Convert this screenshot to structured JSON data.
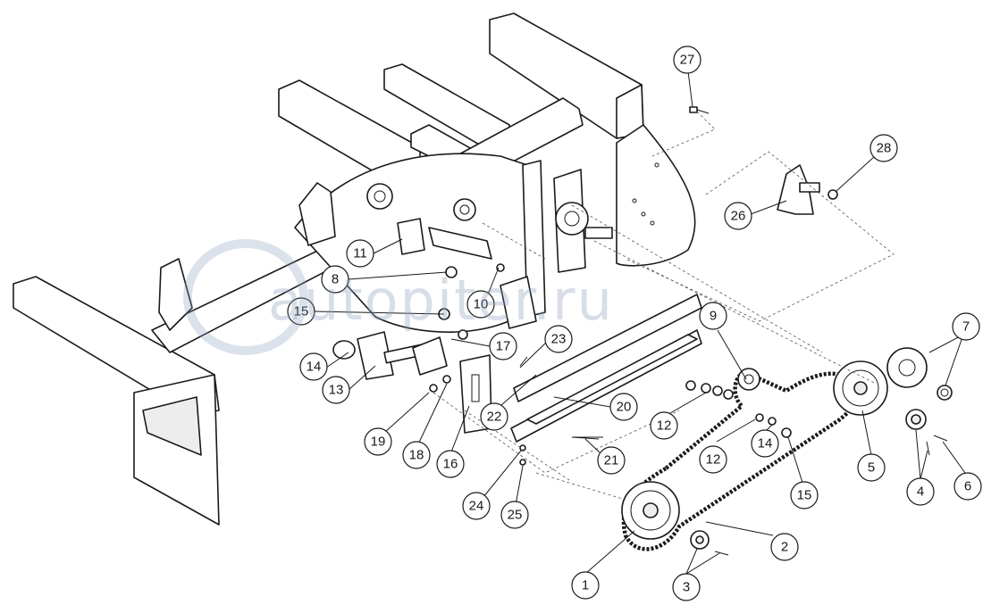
{
  "watermark_text": "autopiter.ru",
  "callouts": [
    {
      "id": "c1",
      "label": "1"
    },
    {
      "id": "c2",
      "label": "2"
    },
    {
      "id": "c3",
      "label": "3"
    },
    {
      "id": "c4",
      "label": "4"
    },
    {
      "id": "c5",
      "label": "5"
    },
    {
      "id": "c6",
      "label": "6"
    },
    {
      "id": "c7",
      "label": "7"
    },
    {
      "id": "c8",
      "label": "8"
    },
    {
      "id": "c9",
      "label": "9"
    },
    {
      "id": "c10",
      "label": "10"
    },
    {
      "id": "c11",
      "label": "11"
    },
    {
      "id": "c12a",
      "label": "12"
    },
    {
      "id": "c12b",
      "label": "12"
    },
    {
      "id": "c13",
      "label": "13"
    },
    {
      "id": "c14a",
      "label": "14"
    },
    {
      "id": "c14b",
      "label": "14"
    },
    {
      "id": "c15a",
      "label": "15"
    },
    {
      "id": "c15b",
      "label": "15"
    },
    {
      "id": "c16",
      "label": "16"
    },
    {
      "id": "c17",
      "label": "17"
    },
    {
      "id": "c18",
      "label": "18"
    },
    {
      "id": "c19",
      "label": "19"
    },
    {
      "id": "c20",
      "label": "20"
    },
    {
      "id": "c21",
      "label": "21"
    },
    {
      "id": "c22",
      "label": "22"
    },
    {
      "id": "c23",
      "label": "23"
    },
    {
      "id": "c24",
      "label": "24"
    },
    {
      "id": "c25",
      "label": "25"
    },
    {
      "id": "c26",
      "label": "26"
    },
    {
      "id": "c27",
      "label": "27"
    },
    {
      "id": "c28",
      "label": "28"
    }
  ]
}
